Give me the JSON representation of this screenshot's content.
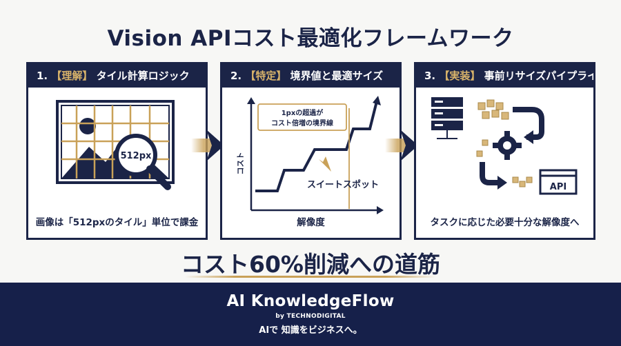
{
  "title": "Vision APIコスト最適化フレームワーク",
  "panels": [
    {
      "number": "1.",
      "tag": "【理解】",
      "heading": "タイル計算ロジック",
      "caption": "画像は「512pxのタイル」単位で課金",
      "magnifier_label": "512px"
    },
    {
      "number": "2.",
      "tag": "【特定】",
      "heading": "境界値と最適サイズ",
      "caption": "解像度",
      "y_axis": "コスト",
      "callout_line1": "1pxの超過が",
      "callout_line2": "コスト倍増の境界線",
      "sweet_spot": "スイートスポット"
    },
    {
      "number": "3.",
      "tag": "【実装】",
      "heading": "事前リサイズパイプライン",
      "caption": "タスクに応じた必要十分な解像度へ",
      "api_label": "API"
    }
  ],
  "subtitle": "コスト60%削減への道筋",
  "footer": {
    "brand": "AI KnowledgeFlow",
    "by": "by TECHNODIGITAL",
    "slogan": "AIで 知識をビジネスへ。"
  },
  "colors": {
    "navy": "#1b2447",
    "gold": "#c9a158"
  }
}
